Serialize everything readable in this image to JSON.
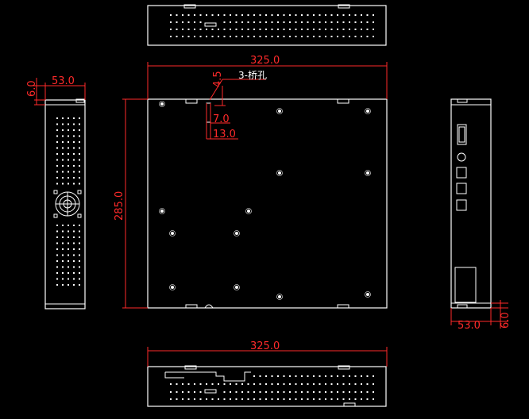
{
  "colors": {
    "background": "#000000",
    "outline": "#ffffff",
    "dimension": "#ff2a2a",
    "holes": "#ffffff"
  },
  "dimensions": {
    "top_width": "325.0",
    "bottom_width": "325.0",
    "height": "285.0",
    "left_width": "53.0",
    "left_lip": "6.0",
    "right_width": "53.0",
    "right_lip": "6.0",
    "bridge_dim1": "4.5",
    "bridge_dim2": "7.0",
    "bridge_dim3": "13.0"
  },
  "callouts": {
    "bridge_hole": "3-桥孔"
  }
}
